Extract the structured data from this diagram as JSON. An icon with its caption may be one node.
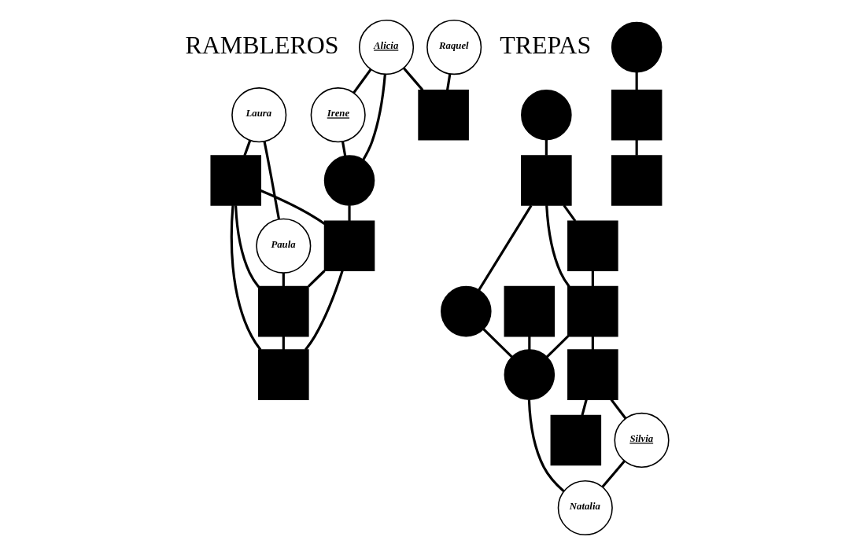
{
  "diagram": {
    "nodes": [
      {
        "text": [
          "Irene"
        ]
      },
      {
        "text": [
          "Alicia"
        ]
      },
      {
        "text": [],
        "shape": "circle"
      },
      {
        "text": [
          "Raquel"
        ]
      },
      {
        "text": [],
        "shape": "box"
      },
      {
        "text": [],
        "shape": "box"
      },
      {
        "text": [
          "Laura"
        ]
      },
      {
        "text": [],
        "shape": "box"
      },
      {
        "text": [
          "Paula"
        ]
      },
      {
        "text": [],
        "shape": "box"
      },
      {
        "text": [],
        "shape": "box"
      },
      {
        "text": [],
        "shape": "circle"
      },
      {
        "text": [],
        "shape": "box"
      },
      {
        "text": [],
        "shape": "circle"
      },
      {
        "text": [],
        "shape": "box"
      },
      {
        "text": [],
        "shape": "box"
      },
      {
        "text": [],
        "shape": "box"
      },
      {
        "text": [],
        "shape": "circle"
      },
      {
        "text": [],
        "shape": "circle"
      },
      {
        "text": [],
        "shape": "box"
      },
      {
        "text": [
          "Natalia"
        ]
      },
      {
        "text": [
          "Silvia"
        ]
      },
      {
        "text": [],
        "shape": "box"
      },
      {
        "text": [],
        "shape": "box"
      },
      {
        "text": [],
        "shape": "box"
      }
    ],
    "edges": [
      {
        "from": 1,
        "to": 0,
        "arrow": "none"
      },
      {
        "from": 0,
        "to": 2,
        "arrow": "none"
      },
      {
        "from": 1,
        "to": 2,
        "arrow": "none"
      },
      {
        "from": 1,
        "to": 4,
        "arrow": "none"
      },
      {
        "from": 3,
        "to": 4,
        "arrow": "none"
      },
      {
        "from": 2,
        "to": 5,
        "arrow": "none"
      },
      {
        "from": 6,
        "to": 7,
        "arrow": "none"
      },
      {
        "from": 7,
        "to": 5,
        "arrow": "none"
      },
      {
        "from": 6,
        "to": 8,
        "arrow": "none"
      },
      {
        "from": 7,
        "to": 9,
        "arrow": "none"
      },
      {
        "from": 7,
        "to": 10,
        "arrow": "none"
      },
      {
        "from": 5,
        "to": 9,
        "arrow": "none"
      },
      {
        "from": 5,
        "to": 10,
        "arrow": "none"
      },
      {
        "from": 8,
        "to": 9,
        "arrow": "none"
      },
      {
        "from": 9,
        "to": 10,
        "arrow": "none"
      },
      {
        "from": 11,
        "to": 12,
        "arrow": "none"
      },
      {
        "from": 12,
        "to": 13,
        "arrow": "none"
      },
      {
        "from": 12,
        "to": 15,
        "arrow": "none"
      },
      {
        "from": 12,
        "to": 16,
        "arrow": "none"
      },
      {
        "from": 13,
        "to": 17,
        "arrow": "none"
      },
      {
        "from": 14,
        "to": 17,
        "arrow": "none"
      },
      {
        "from": 15,
        "to": 16,
        "arrow": "none"
      },
      {
        "from": 16,
        "to": 17,
        "arrow": "none"
      },
      {
        "from": 16,
        "to": 19,
        "arrow": "none"
      },
      {
        "from": 17,
        "to": 20,
        "arrow": "none"
      },
      {
        "from": 19,
        "to": 21,
        "arrow": "none"
      },
      {
        "from": 19,
        "to": 23,
        "arrow": "none"
      },
      {
        "from": 21,
        "to": 20,
        "arrow": "none"
      },
      {
        "from": 18,
        "to": 22,
        "arrow": "none"
      },
      {
        "from": 22,
        "to": 24,
        "arrow": "none"
      }
    ],
    "labels": [
      "RAMBLEROS",
      "TREPAS"
    ]
  }
}
